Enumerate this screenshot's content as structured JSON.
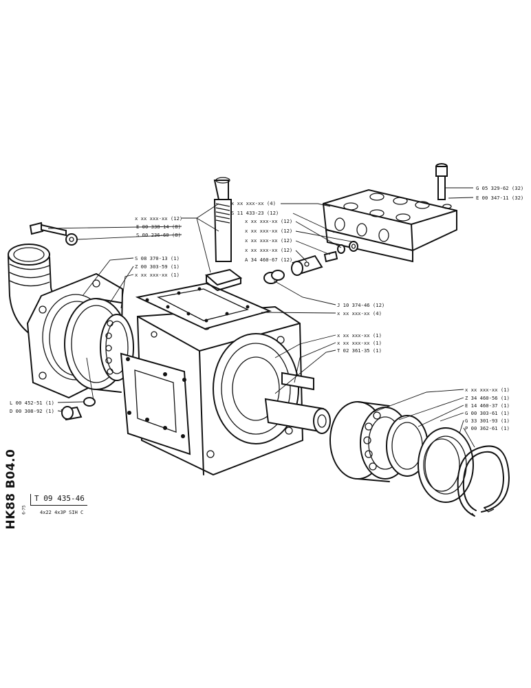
{
  "document": {
    "drawing_code": "HK88 B04.0",
    "small_code": "6-75",
    "reference_number": "T 09 435-46",
    "caption": "4x22   4x3P   SIH  C"
  },
  "callouts": {
    "top_right": [
      {
        "id": "g05",
        "text": "G 05 329-62 (32)"
      },
      {
        "id": "e00a",
        "text": "E 00 347-11 (32)"
      }
    ],
    "top_middle": [
      {
        "id": "xx4",
        "text": "x  xx xxx-xx (4)"
      },
      {
        "id": "s11",
        "text": "S  11 433-23 (12)"
      },
      {
        "id": "xx12a",
        "text": "x  xx xxx-xx (12)"
      },
      {
        "id": "xx12b",
        "text": "x  xx xxx-xx (12)"
      },
      {
        "id": "xx12c",
        "text": "x  xx xxx-xx (12)"
      },
      {
        "id": "xx12d",
        "text": "x  xx xxx-xx (12)"
      },
      {
        "id": "a34",
        "text": "A  34 460-67 (12)"
      }
    ],
    "left_upper": [
      {
        "id": "xx12e",
        "text": "x  xx xxx-xx (12)"
      },
      {
        "id": "e00b",
        "text": "E 00 338-14 (8)"
      },
      {
        "id": "s00",
        "text": "S 00 236-60 (8)"
      }
    ],
    "left_mid": [
      {
        "id": "s08",
        "text": "S 08 370-13 (1)"
      },
      {
        "id": "z00",
        "text": "Z 00 303-59 (1)"
      },
      {
        "id": "xx1a",
        "text": "x  xx xxx-xx (1)"
      }
    ],
    "right_mid": [
      {
        "id": "j10",
        "text": "J  10 374-46 (12)"
      },
      {
        "id": "xx4b",
        "text": "x  xx xxx-xx (4)"
      },
      {
        "id": "xx1b",
        "text": "x  xx xxx-xx (1)"
      },
      {
        "id": "xx1c",
        "text": "x  xx xxx-xx (1)"
      },
      {
        "id": "t02",
        "text": "T  02 361-35 (1)"
      }
    ],
    "left_lower": [
      {
        "id": "l00",
        "text": "L 00 452-51 (1)"
      },
      {
        "id": "d00",
        "text": "D 00 308-92 (1)"
      }
    ],
    "right_lower": [
      {
        "id": "xx1d",
        "text": "x  xx xxx-xx (1)"
      },
      {
        "id": "z34",
        "text": "Z  34 460-56 (1)"
      },
      {
        "id": "e14",
        "text": "E  14 460-37 (1)"
      },
      {
        "id": "g00",
        "text": "G  00 303-61 (1)"
      },
      {
        "id": "g33",
        "text": "G  33 301-93 (1)"
      },
      {
        "id": "p00",
        "text": "P  00 362-61 (1)"
      }
    ]
  }
}
